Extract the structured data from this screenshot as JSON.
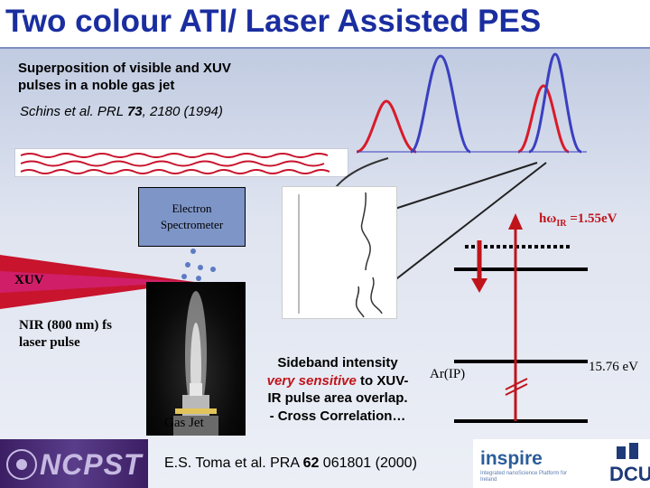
{
  "title": "Two colour ATI/ Laser Assisted PES",
  "intro": {
    "line1": "Superposition of visible and XUV",
    "line2": "pulses in a noble gas jet"
  },
  "ref1": {
    "prefix": "Schins et al. PRL ",
    "volume": "73",
    "suffix": ", 2180 (1994)"
  },
  "spectrometer": {
    "line1": "Electron",
    "line2": "Spectrometer"
  },
  "energy_label": {
    "prefix": "hω",
    "sub": "IR",
    "value": " =1.55eV"
  },
  "xuv_label": "XUV",
  "nir_label": {
    "line1": "NIR (800 nm) fs",
    "line2": "laser pulse"
  },
  "gas_jet_label": "Gas Jet",
  "sideband": {
    "line1": "Sideband intensity",
    "red": "very sensitive",
    "line2_rest": " to XUV-",
    "line3": "IR pulse area overlap.",
    "line4": "- Cross Correlation…"
  },
  "ar_ip_label": "Ar(IP)",
  "ip_energy_label": "15.76 eV",
  "ref2": {
    "prefix": "E.S. Toma et al.  PRA ",
    "volume": "62",
    "suffix": " 061801 (2000)"
  },
  "logos": {
    "ncpst": "NCPST",
    "inspire": "inspire",
    "inspire_sub": "Integrated nanoScience Platform for Ireland",
    "dcu": "DCU"
  },
  "colors": {
    "title": "#1a2ea0",
    "pulse_red": "#d81b2a",
    "pulse_blue": "#3a3fc0",
    "arrow_red": "#c0141b",
    "xuv_magenta": "#d0206f",
    "nir_red": "#c8142d",
    "spectrometer_box": "#7e95c8"
  }
}
